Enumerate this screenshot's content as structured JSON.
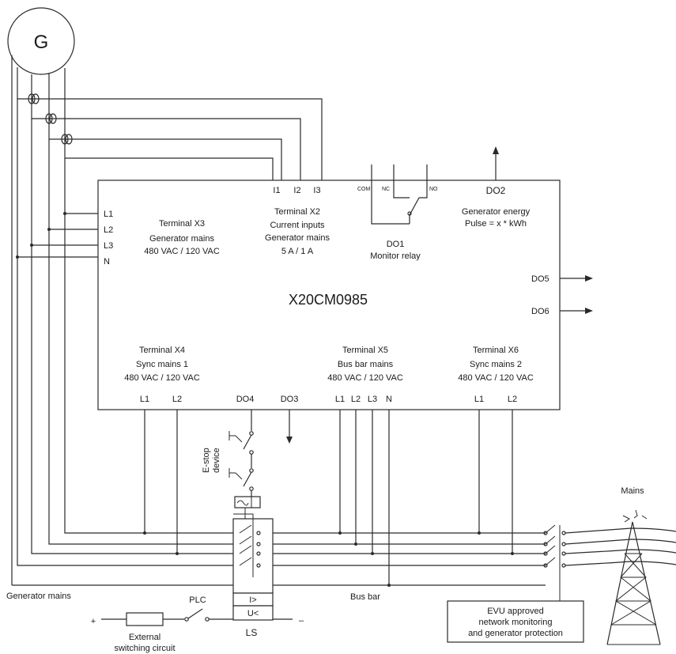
{
  "generator": {
    "label": "G"
  },
  "module": {
    "name": "X20CM0985",
    "terminal_x3": {
      "title": "Terminal X3",
      "line1": "Generator mains",
      "line2": "480 VAC / 120 VAC",
      "pins": [
        "L1",
        "L2",
        "L3",
        "N"
      ]
    },
    "terminal_x2": {
      "title": "Terminal X2",
      "line1": "Current inputs",
      "line2": "Generator mains",
      "line3": "5 A / 1 A",
      "pins": [
        "I1",
        "I2",
        "I3"
      ]
    },
    "do1": {
      "title": "DO1",
      "line1": "Monitor relay",
      "pins": [
        "COM",
        "NC",
        "NO"
      ]
    },
    "do2": {
      "title": "DO2",
      "line1": "Generator energy",
      "line2": "Pulse = x * kWh"
    },
    "do5": "DO5",
    "do6": "DO6",
    "terminal_x4": {
      "title": "Terminal X4",
      "line1": "Sync mains 1",
      "line2": "480 VAC / 120 VAC",
      "pins": [
        "L1",
        "L2"
      ]
    },
    "terminal_x5": {
      "title": "Terminal X5",
      "line1": "Bus bar mains",
      "line2": "480 VAC / 120 VAC",
      "pins": [
        "L1",
        "L2",
        "L3",
        "N"
      ]
    },
    "terminal_x6": {
      "title": "Terminal X6",
      "line1": "Sync mains 2",
      "line2": "480 VAC / 120 VAC",
      "pins": [
        "L1",
        "L2"
      ]
    },
    "do4": "DO4",
    "do3": "DO3"
  },
  "estop": {
    "line1": "E-stop",
    "line2": "device"
  },
  "breaker": {
    "label": "LS",
    "i_gt": "I>",
    "u_lt": "U<"
  },
  "labels": {
    "generator_mains": "Generator mains",
    "bus_bar": "Bus bar",
    "mains": "Mains",
    "plc": "PLC",
    "plus": "+",
    "minus": "–",
    "external1": "External",
    "external2": "switching circuit"
  },
  "evu": {
    "line1": "EVU approved",
    "line2": "network monitoring",
    "line3": "and generator protection"
  }
}
